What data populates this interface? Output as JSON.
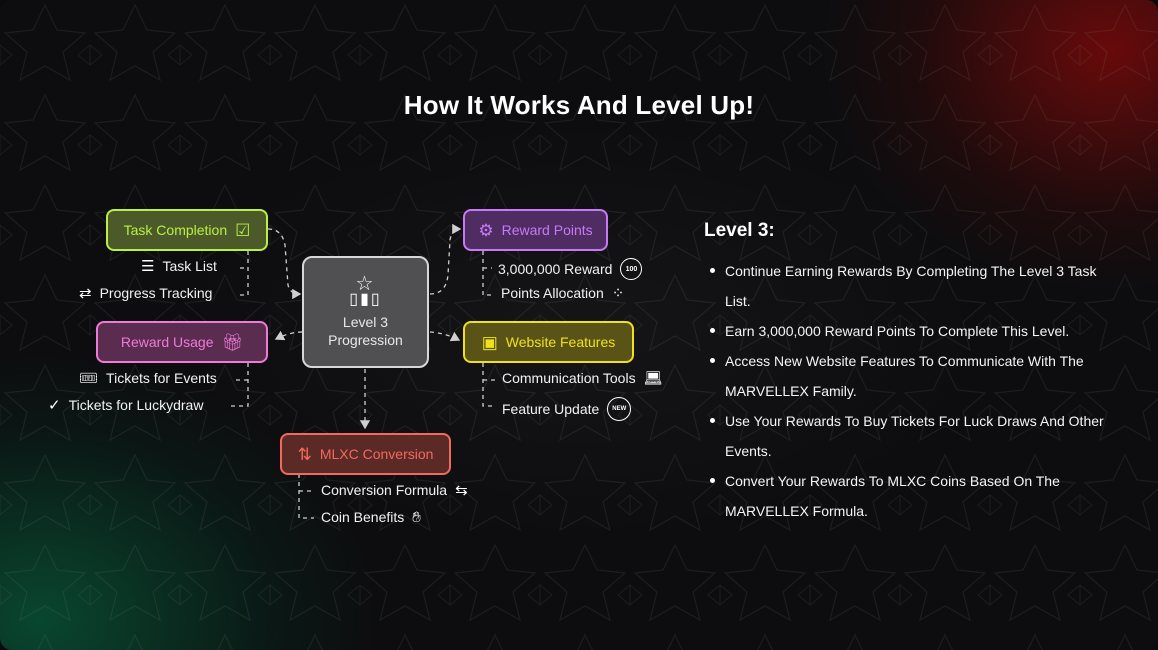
{
  "title": "How It Works And Level Up!",
  "center": {
    "label_line1": "Level 3",
    "label_line2": "Progression",
    "icon": "podium-star-icon"
  },
  "nodes": [
    {
      "key": "task_completion",
      "label": "Task Completion",
      "icon": "task-checklist-icon",
      "color": "#b8f046",
      "fill": "#4c5a2a",
      "subs": [
        {
          "label": "Task List",
          "icon": "list-icon"
        },
        {
          "label": "Progress Tracking",
          "icon": "tracking-icon"
        }
      ]
    },
    {
      "key": "reward_usage",
      "label": "Reward Usage",
      "icon": "gift-icon",
      "color": "#f07ad8",
      "fill": "#5a2c50",
      "subs": [
        {
          "label": "Tickets for Events",
          "icon": "ticket-icon"
        },
        {
          "label": "Tickets for Luckydraw",
          "icon": "lucky-ticket-icon"
        }
      ]
    },
    {
      "key": "reward_points",
      "label": "Reward Points",
      "icon": "coins-icon",
      "color": "#c77af5",
      "fill": "#4f2c62",
      "subs": [
        {
          "label": "3,000,000 Reward",
          "icon": "badge-100-icon",
          "icon_text": "100"
        },
        {
          "label": "Points Allocation",
          "icon": "scatter-chart-icon"
        }
      ]
    },
    {
      "key": "website_features",
      "label": "Website Features",
      "icon": "browser-chat-icon",
      "color": "#f0e11e",
      "fill": "#5a5318",
      "subs": [
        {
          "label": "Communication Tools",
          "icon": "laptop-chat-icon"
        },
        {
          "label": "Feature Update",
          "icon": "new-badge-icon",
          "icon_text": "NEW"
        }
      ]
    },
    {
      "key": "mlxc_conversion",
      "label": "MLXC Conversion",
      "icon": "coin-exchange-icon",
      "color": "#f26a5c",
      "fill": "#5c2a26",
      "subs": [
        {
          "label": "Conversion Formula",
          "icon": "currency-exchange-icon"
        },
        {
          "label": "Coin Benefits",
          "icon": "hand-coin-icon"
        }
      ]
    }
  ],
  "panel": {
    "heading": "Level 3:",
    "bullets": [
      "Continue Earning Rewards By Completing The Level 3 Task List.",
      "Earn 3,000,000 Reward Points To Complete This Level.",
      "Access New Website Features To Communicate With The MARVELLEX Family.",
      "Use Your Rewards To Buy Tickets For Luck Draws And Other Events.",
      "Convert Your Rewards To MLXC Coins Based On The MARVELLEX Formula."
    ]
  }
}
